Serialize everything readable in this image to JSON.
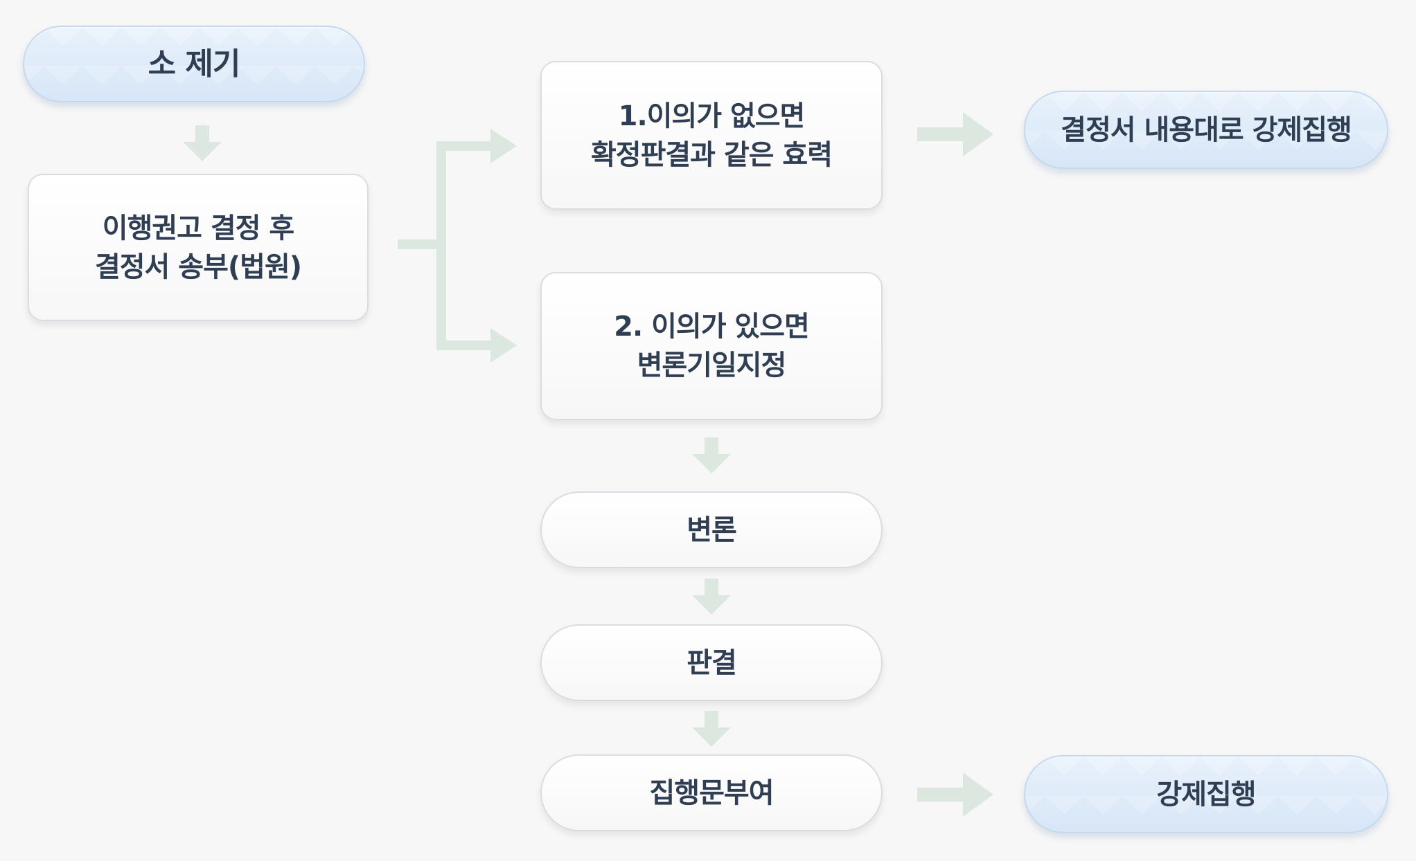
{
  "diagram": {
    "nodes": {
      "filing": "소 제기",
      "recommendation": [
        "이행권고 결정 후",
        "결정서 송부(법원)"
      ],
      "no_objection": [
        "1.이의가 없으면",
        "확정판결과 같은 효력"
      ],
      "objection": [
        "2. 이의가 있으면",
        "변론기일지정"
      ],
      "argument": "변론",
      "judgment": "판결",
      "execution_clause": "집행문부여",
      "enforcement_by_decision": "결정서 내용대로 강제집행",
      "enforcement": "강제집행"
    },
    "colors": {
      "background": "#f7f7f7",
      "text": "#2f3e52",
      "box_border": "#d9dde2",
      "pill_blue": "#d7e6f7",
      "connector": "#dbe7df"
    }
  }
}
